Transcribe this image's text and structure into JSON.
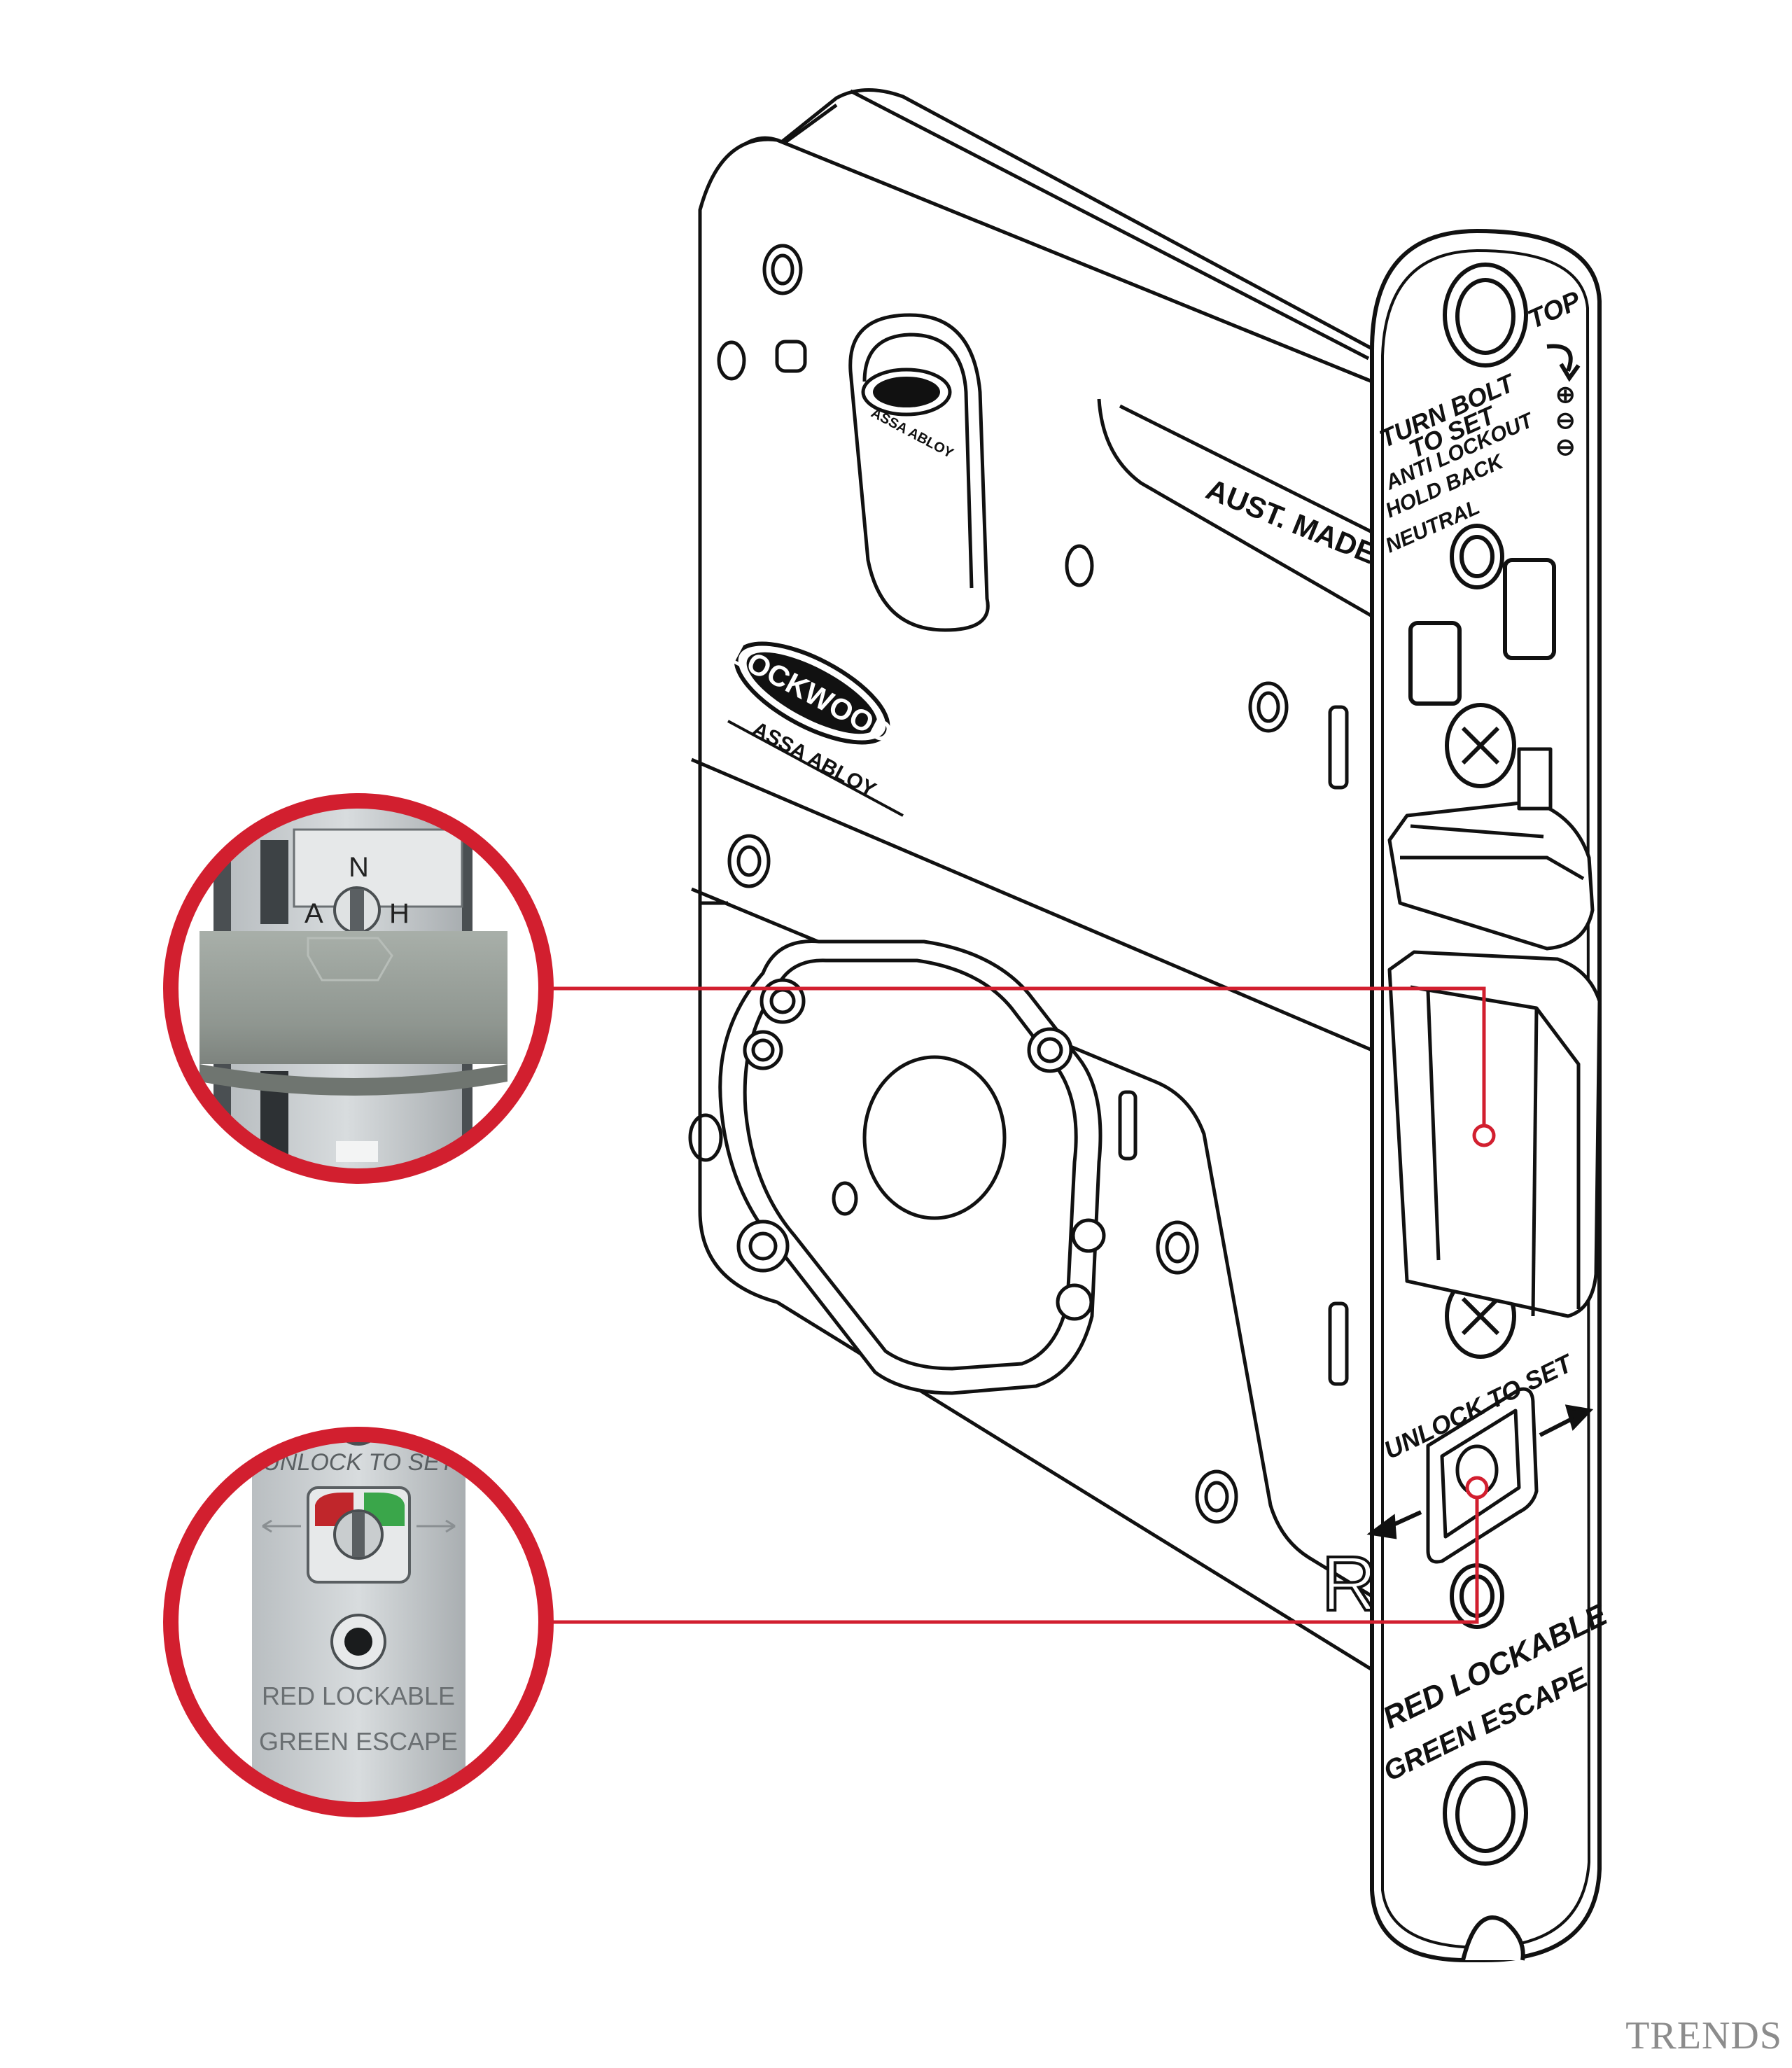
{
  "colors": {
    "callout": "#d21f2f",
    "line": "#111111",
    "metal": "#9aa0a3",
    "metal_light": "#c3c8ca",
    "indicator_red": "#c0262b",
    "indicator_green": "#3aa64a",
    "watermark": "#8c8c8c"
  },
  "lock_body": {
    "brand_logo": "LOCKWOOD",
    "brand_sub": "ASSA ABLOY",
    "cylinder_logo_text": "ASSA ABLOY",
    "origin_text": "AUST. MADE",
    "hand_mark": "R"
  },
  "faceplate": {
    "top_label": "TOP",
    "instructions": [
      "TURN BOLT",
      "TO SET",
      "ANTI LOCKOUT",
      "HOLD BACK",
      "NEUTRAL"
    ],
    "mode_symbols": [
      "⊕",
      "⊖",
      "⊖"
    ],
    "unlock_label": "UNLOCK TO SET",
    "indicator_line1": "RED LOCKABLE",
    "indicator_line2": "GREEN ESCAPE"
  },
  "zoom_top": {
    "letters": [
      "N",
      "A",
      "H"
    ]
  },
  "zoom_bottom": {
    "unlock_label": "UNLOCK TO SET",
    "line1": "RED LOCKABLE",
    "line2": "GREEN ESCAPE"
  },
  "watermark": "TRENDS"
}
